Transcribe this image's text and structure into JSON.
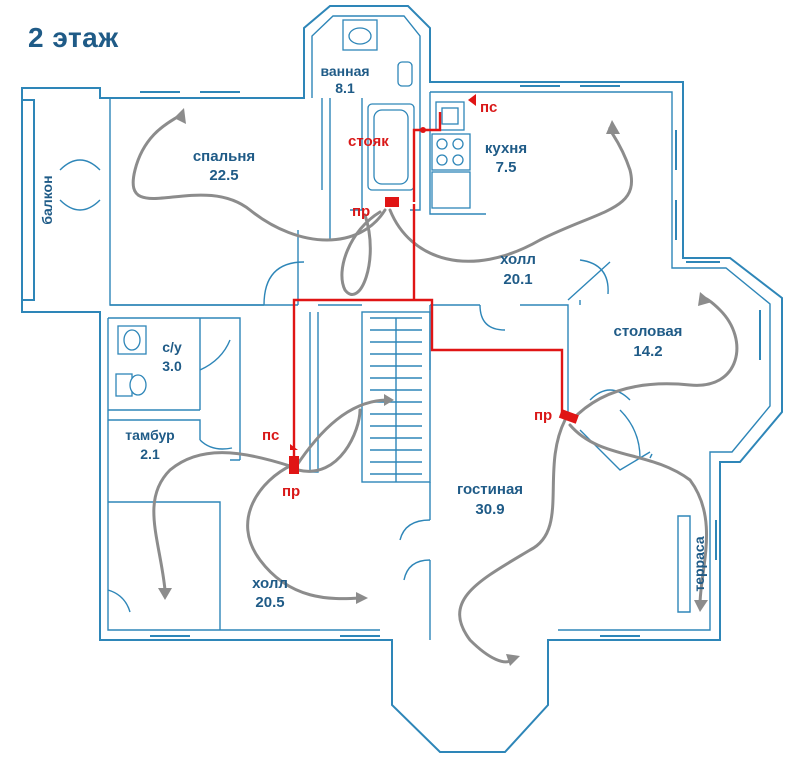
{
  "title": "2 этаж",
  "rooms": {
    "bathroom": {
      "name": "ванная",
      "area": "8.1"
    },
    "bedroom": {
      "name": "спальня",
      "area": "22.5"
    },
    "kitchen": {
      "name": "кухня",
      "area": "7.5"
    },
    "hall_upper": {
      "name": "холл",
      "area": "20.1"
    },
    "dining": {
      "name": "столовая",
      "area": "14.2"
    },
    "wc": {
      "name": "с/у",
      "area": "3.0"
    },
    "vestibule": {
      "name": "тамбур",
      "area": "2.1"
    },
    "living": {
      "name": "гостиная",
      "area": "30.9"
    },
    "hall_lower": {
      "name": "холл",
      "area": "20.5"
    },
    "balcony": {
      "name": "балкон"
    },
    "terrace": {
      "name": "терраса"
    }
  },
  "markers": {
    "riser": "стояк",
    "ps": "пс",
    "pr": "пр"
  },
  "colors": {
    "walls": "#2e86b8",
    "labels": "#1f5b87",
    "pipes": "#e01515",
    "airflow": "#8c8c8c"
  }
}
